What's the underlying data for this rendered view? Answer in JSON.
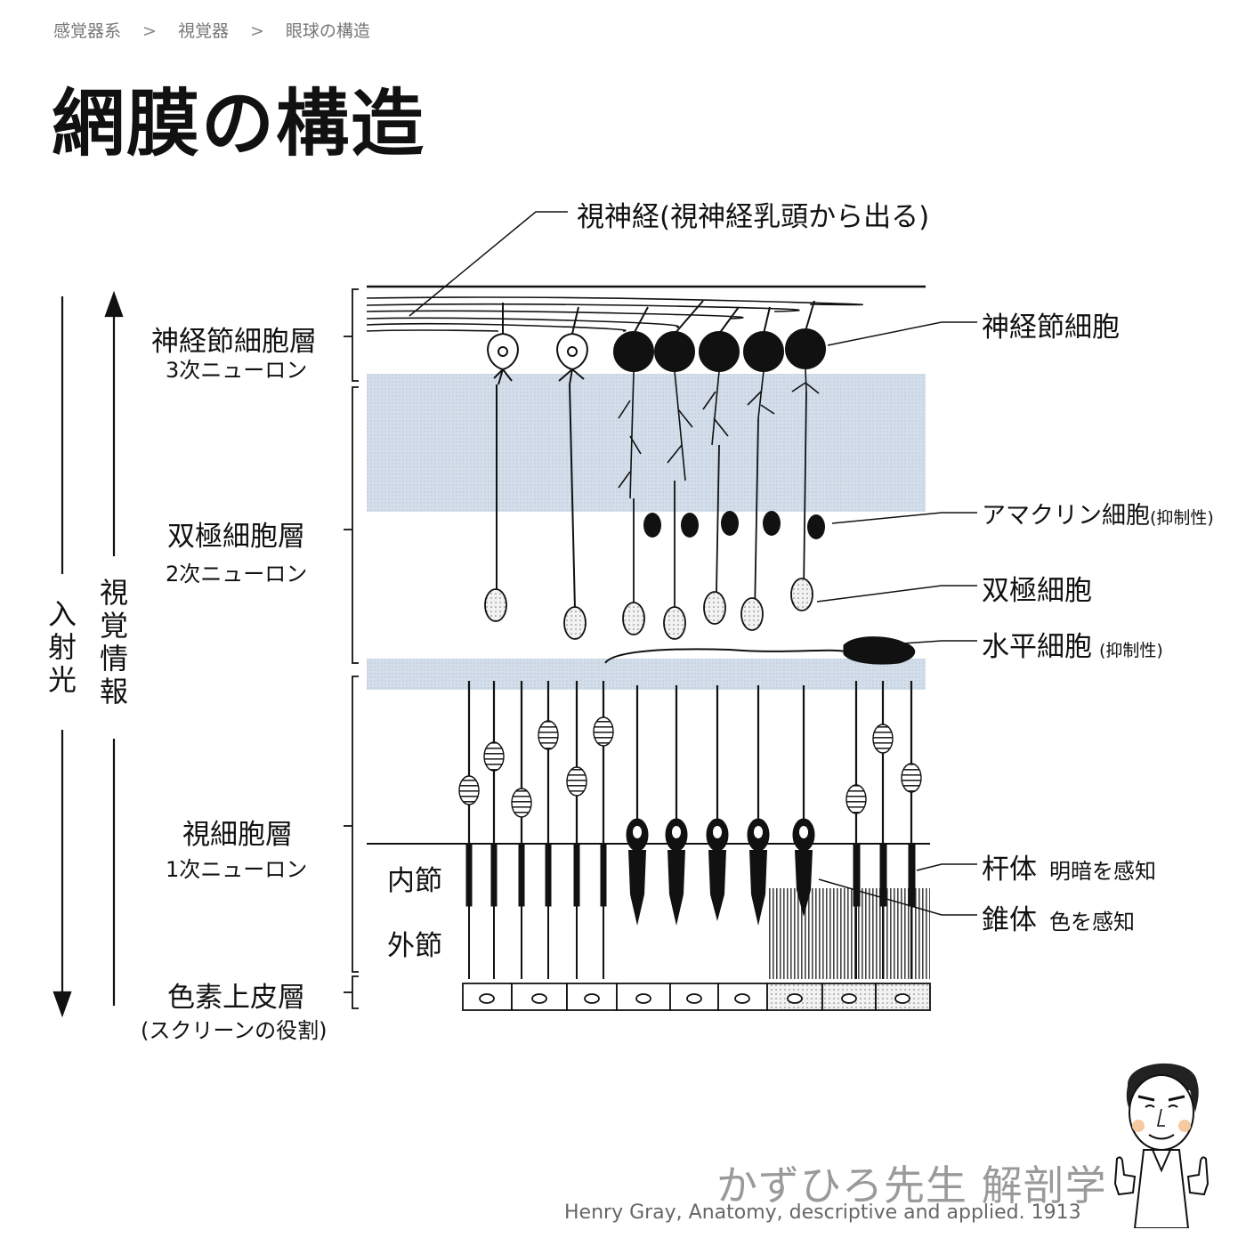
{
  "breadcrumb": [
    "感覚器系",
    "視覚器",
    "眼球の構造"
  ],
  "breadcrumb_separator": ">",
  "title": "網膜の構造",
  "left_axis": {
    "incident_light": "入射光",
    "visual_info": "視覚情報"
  },
  "layers": {
    "ganglion": {
      "name": "神経節細胞層",
      "sub": "3次ニューロン"
    },
    "bipolar": {
      "name": "双極細胞層",
      "sub": "2次ニューロン"
    },
    "photoreceptor": {
      "name": "視細胞層",
      "sub": "1次ニューロン"
    },
    "pigment": {
      "name": "色素上皮層",
      "sub": "(スクリーンの役割)"
    }
  },
  "segments": {
    "inner": "内節",
    "outer": "外節"
  },
  "right_labels": {
    "optic_nerve": "視神経(視神経乳頭から出る)",
    "ganglion_cell": "神経節細胞",
    "amacrine": {
      "name": "アマクリン細胞",
      "note": "(抑制性)"
    },
    "bipolar_cell": "双極細胞",
    "horizontal": {
      "name": "水平細胞",
      "note": "(抑制性)"
    },
    "rod": {
      "name": "杆体",
      "note": "明暗を感知"
    },
    "cone": {
      "name": "錐体",
      "note": "色を感知"
    }
  },
  "brand": "かずひろ先生 解剖学",
  "citation": "Henry Gray, Anatomy, descriptive and applied. 1913",
  "colors": {
    "plexiform_band": "#c9d6e6",
    "ink": "#111111",
    "brand_gray": "#9a9a9a"
  }
}
